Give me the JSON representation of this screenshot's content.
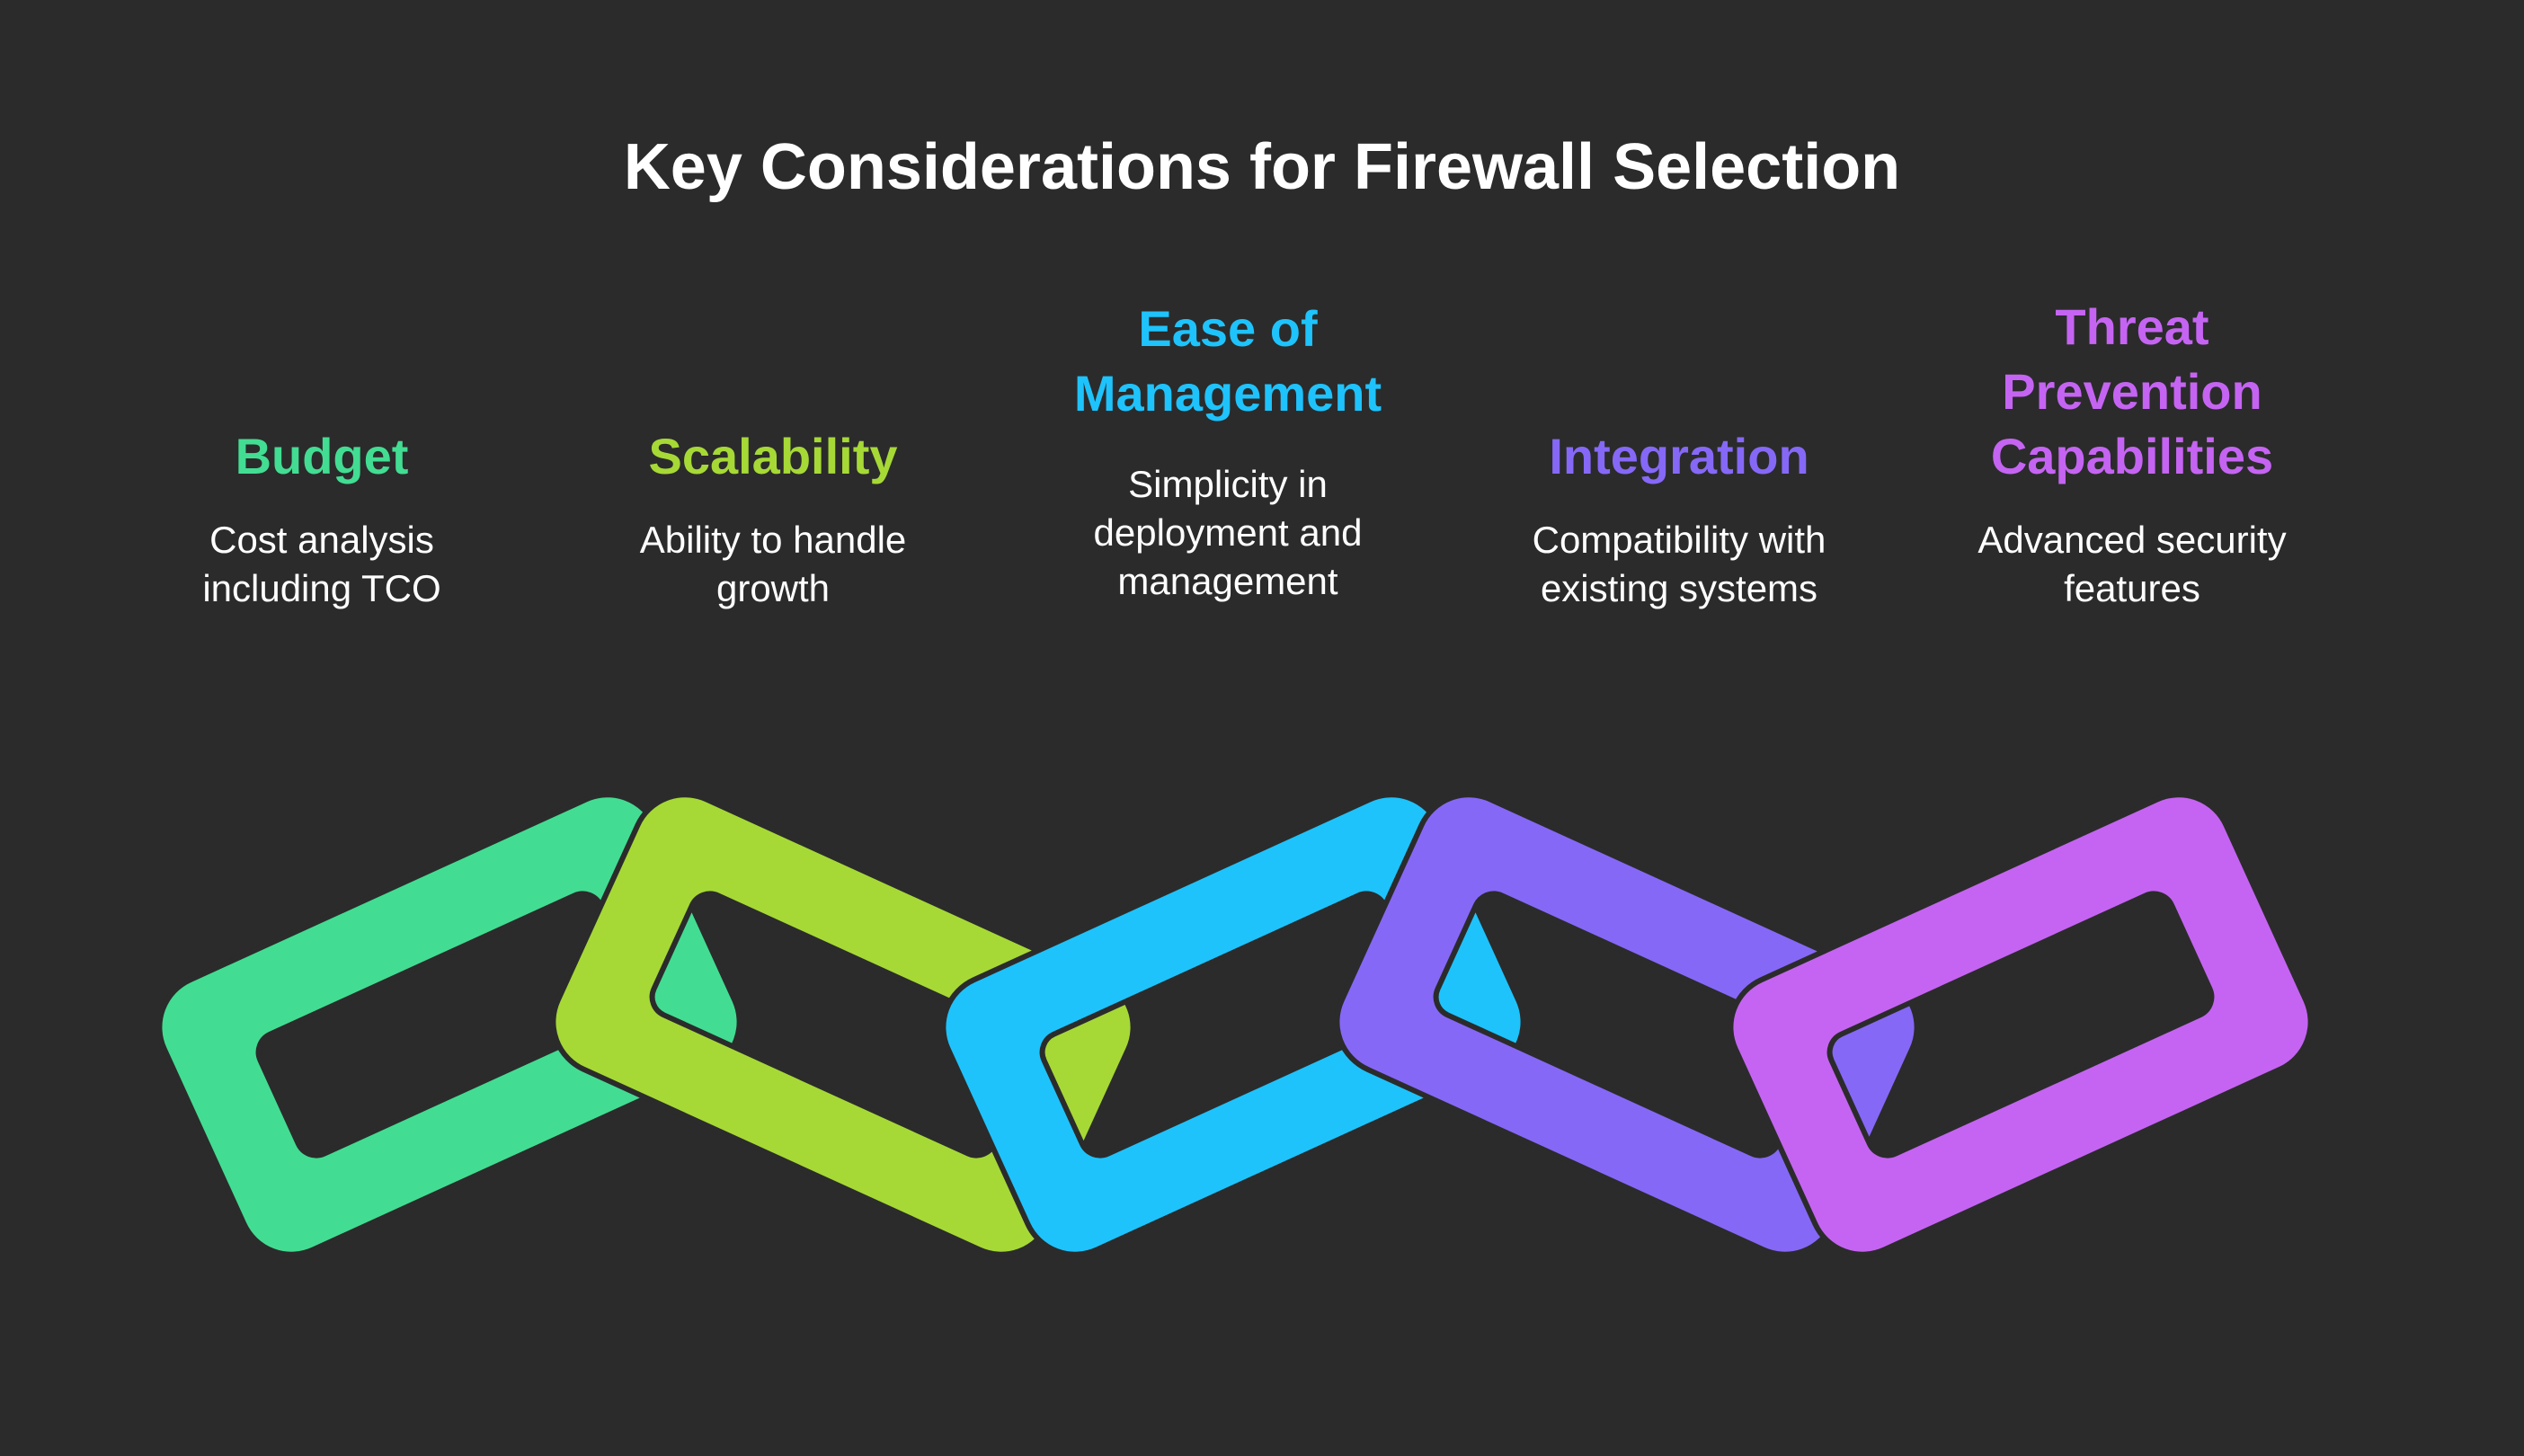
{
  "title": "Key Considerations for Firewall Selection",
  "items": [
    {
      "title": "Budget",
      "description": "Cost analysis including TCO",
      "color": "#42dd92",
      "title_lines": [
        "Budget"
      ],
      "desc_lines": [
        "Cost analysis",
        "including TCO"
      ]
    },
    {
      "title": "Scalability",
      "description": "Ability to handle growth",
      "color": "#a6d936",
      "title_lines": [
        "Scalability"
      ],
      "desc_lines": [
        "Ability to handle",
        "growth"
      ]
    },
    {
      "title": "Ease of Management",
      "description": "Simplicity in deployment and management",
      "color": "#1ec3fc",
      "title_lines": [
        "Ease of",
        "Management"
      ],
      "desc_lines": [
        "Simplicity in",
        "deployment and",
        "management"
      ]
    },
    {
      "title": "Integration",
      "description": "Compatibility with existing systems",
      "color": "#8668f7",
      "title_lines": [
        "Integration"
      ],
      "desc_lines": [
        "Compatibility with",
        "existing systems"
      ]
    },
    {
      "title": "Threat Prevention Capabilities",
      "description": "Advanced security features",
      "color": "#c564f2",
      "title_lines": [
        "Threat",
        "Prevention",
        "Capabilities"
      ],
      "desc_lines": [
        "Advanced security",
        "features"
      ]
    }
  ]
}
